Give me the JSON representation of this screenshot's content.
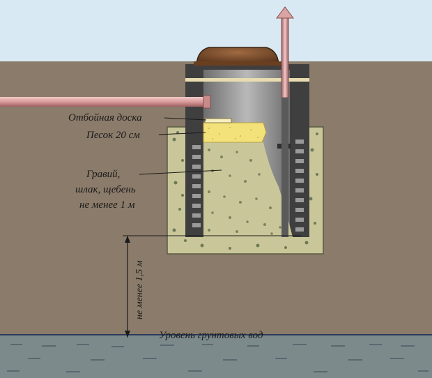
{
  "labels": {
    "impact_board": "Отбойная доска",
    "sand": "Песок 20 см",
    "gravel_line1": "Гравий,",
    "gravel_line2": "шлак, щебень",
    "gravel_line3": "не менее 1 м",
    "depth": "не менее 1,5 м",
    "groundwater": "Уровень грунтовых вод"
  },
  "colors": {
    "sky": "#d9e9f3",
    "soil": "#8b7b6a",
    "water": "#7d8a8c",
    "gravel_fill": "#c9c79a",
    "sand_fill": "#f3e27a",
    "pipe": "#d9a4a4",
    "lid": "#7a4e2d",
    "well_shell": "#3f3f3f",
    "well_inner": "#8f8f8f"
  }
}
